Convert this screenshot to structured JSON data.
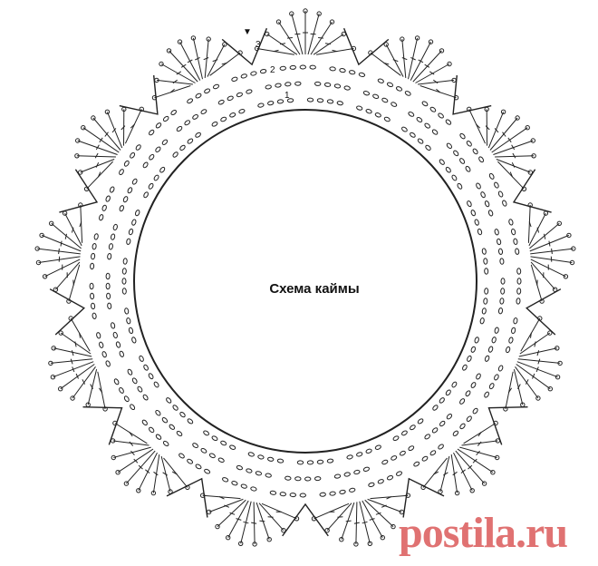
{
  "diagram": {
    "title": "Схема каймы",
    "round_labels": [
      "3",
      "2",
      "1"
    ],
    "start_marker": "▼",
    "petal_count": 13,
    "line_color": "#222222"
  },
  "watermark": {
    "text": "postila.ru",
    "color": "#e07272"
  }
}
